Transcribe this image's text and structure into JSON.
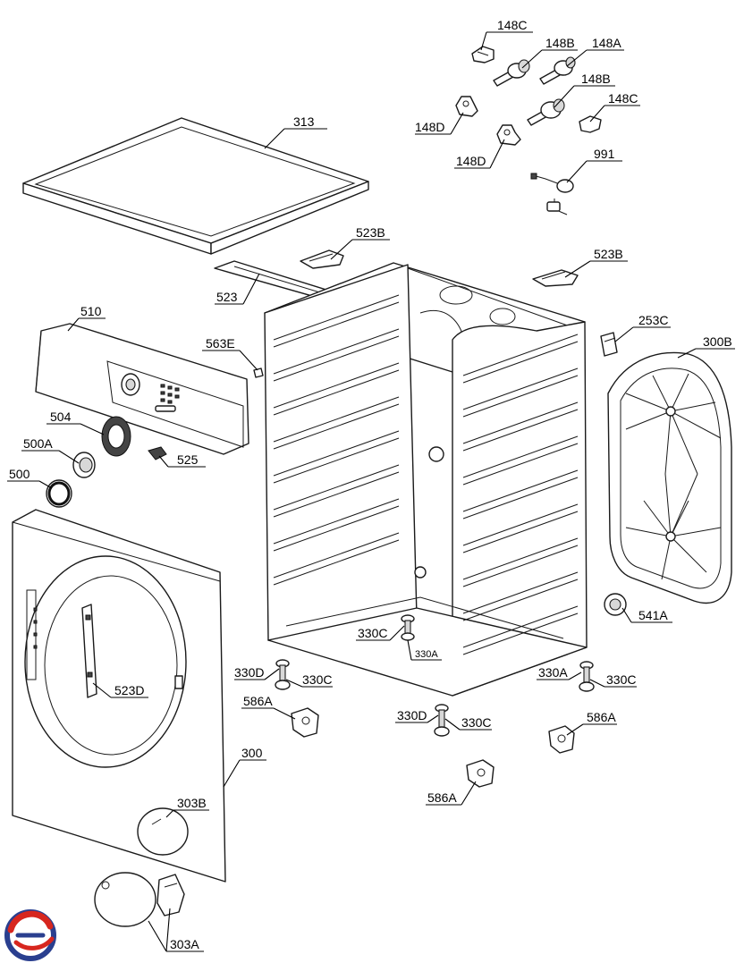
{
  "diagram": {
    "labels": {
      "p148c_top": "148C",
      "p148b_top": "148B",
      "p148a": "148A",
      "p148b_mid": "148B",
      "p148c_mid": "148C",
      "p148d_left": "148D",
      "p148d_mid": "148D",
      "p991": "991",
      "p313": "313",
      "p523b_left": "523B",
      "p523b_right": "523B",
      "p523": "523",
      "p510": "510",
      "p563e": "563E",
      "p253c": "253C",
      "p300b": "300B",
      "p504": "504",
      "p500a": "500A",
      "p525": "525",
      "p500": "500",
      "p541a": "541A",
      "p330c_center": "330C",
      "p330a_center": "330A",
      "p330d_left": "330D",
      "p330c_left": "330C",
      "p330a_right": "330A",
      "p330c_right": "330C",
      "p586a_left": "586A",
      "p523d": "523D",
      "p330d_bottom": "330D",
      "p330c_bottom": "330C",
      "p586a_right": "586A",
      "p300": "300",
      "p586a_bottom": "586A",
      "p303b": "303B",
      "p303a": "303A"
    },
    "logo": {
      "colors": {
        "red": "#d7261e",
        "blue": "#2a3f8f"
      }
    }
  }
}
